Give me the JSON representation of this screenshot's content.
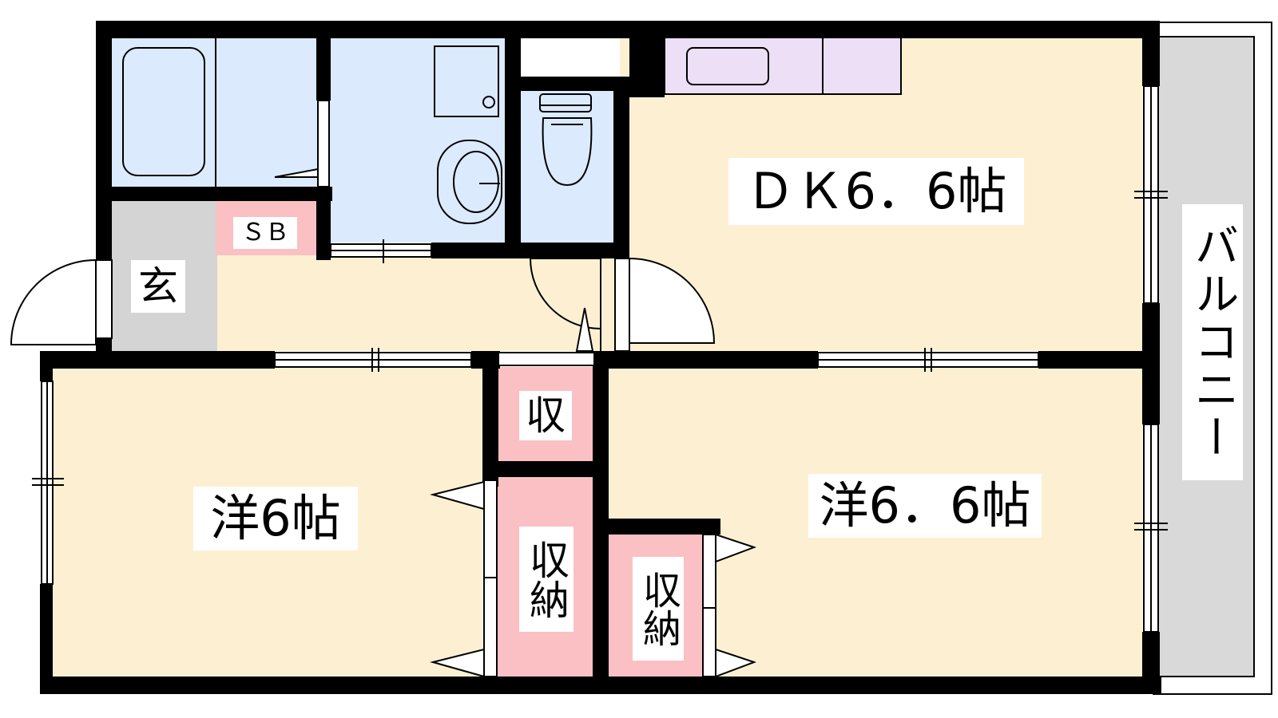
{
  "colors": {
    "wall": "#000000",
    "living_floor": "#fdf0d2",
    "wet_area": "#dbeafc",
    "storage": "#fac0c4",
    "kitchen_counter": "#ecdff6",
    "entrance": "#d4d4d4",
    "balcony": "#d9d9d9"
  },
  "rooms": {
    "dk": {
      "label": "ＤＫ6．6帖"
    },
    "western_a": {
      "label": "洋6帖"
    },
    "western_b": {
      "label": "洋6．6帖"
    },
    "storage_small": {
      "label": "収"
    },
    "storage_a": {
      "label": "収納"
    },
    "storage_b": {
      "label": "収納"
    },
    "shoe_box": {
      "label": "ＳＢ"
    },
    "entrance": {
      "label": "玄"
    },
    "balcony": {
      "label": "バルコニー"
    }
  },
  "fixtures": [
    "bathtub-icon",
    "washbasin-icon",
    "toilet-icon",
    "sink-icon"
  ]
}
